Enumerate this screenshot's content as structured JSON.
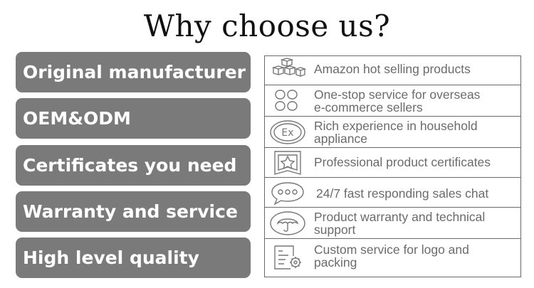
{
  "title": "Why choose us?",
  "left_items": [
    "Original manufacturer",
    "OEM&ODM",
    "Certificates you need",
    "Warranty and service",
    "High level quality"
  ],
  "right_items": [
    {
      "icon": "boxes-icon",
      "lines": [
        "Amazon hot selling products"
      ]
    },
    {
      "icon": "clover-icon",
      "lines": [
        "One-stop service for overseas",
        "e-commerce sellers"
      ]
    },
    {
      "icon": "ex-badge-icon",
      "lines": [
        "Rich experience in household",
        "appliance"
      ]
    },
    {
      "icon": "star-certificate-icon",
      "lines": [
        "Professional product certificates"
      ]
    },
    {
      "icon": "chat-bubble-icon",
      "lines": [
        "24/7 fast responding sales chat"
      ]
    },
    {
      "icon": "umbrella-icon",
      "lines": [
        "Product warranty and technical",
        "support"
      ]
    },
    {
      "icon": "document-gear-icon",
      "lines": [
        "Custom service for logo and",
        "packing"
      ]
    }
  ],
  "colors": {
    "pill_bg": "#7a7a7a",
    "pill_text": "#ffffff",
    "row_text": "#6b6b6b",
    "border": "#6a6a6a"
  }
}
